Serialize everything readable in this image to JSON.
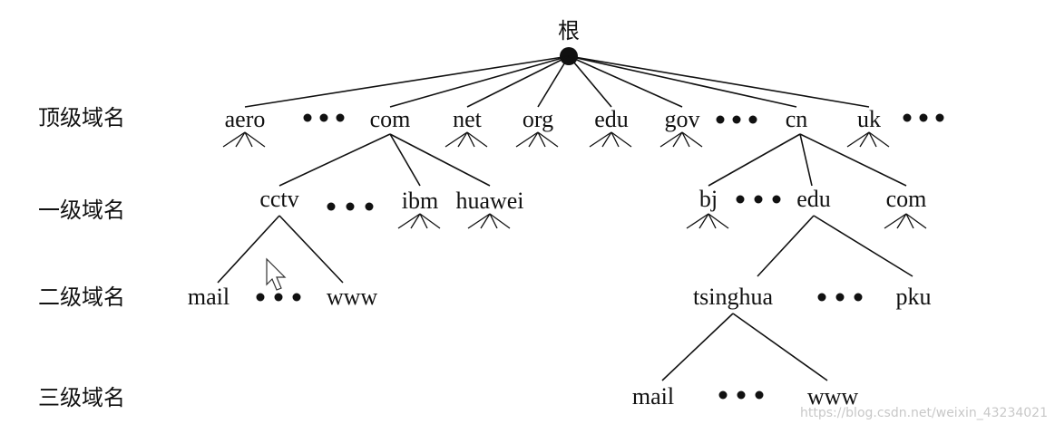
{
  "root_label": "根",
  "levels": {
    "top": "顶级域名",
    "second": "一级域名",
    "third": "二级域名",
    "fourth": "三级域名"
  },
  "nodes": {
    "aero": "aero",
    "com": "com",
    "net": "net",
    "org": "org",
    "edu": "edu",
    "gov": "gov",
    "cn": "cn",
    "uk": "uk",
    "cctv": "cctv",
    "ibm": "ibm",
    "huawei": "huawei",
    "bj": "bj",
    "cn_edu": "edu",
    "cn_com": "com",
    "cctv_mail": "mail",
    "cctv_www": "www",
    "tsinghua": "tsinghua",
    "pku": "pku",
    "ts_mail": "mail",
    "ts_www": "www"
  },
  "watermark": "https://blog.csdn.net/weixin_43234021"
}
